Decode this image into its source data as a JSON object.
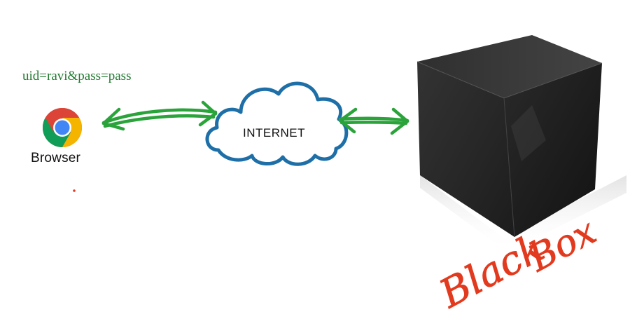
{
  "query": {
    "text": "uid=ravi&pass=pass"
  },
  "browser": {
    "label": "Browser",
    "icon": "chrome-icon"
  },
  "internet": {
    "label": "INTERNET",
    "icon": "cloud-icon"
  },
  "black_box": {
    "label_part1": "Black",
    "label_part2": "Box",
    "icon": "cube-icon"
  },
  "colors": {
    "arrow": "#2aa33a",
    "query_text": "#1f7a2e",
    "cloud_stroke": "#1e6fa8",
    "handwriting": "#e23a1e",
    "cube_front": "#262626",
    "cube_side": "#1a1a1a",
    "cube_top": "#3a3a3a"
  }
}
